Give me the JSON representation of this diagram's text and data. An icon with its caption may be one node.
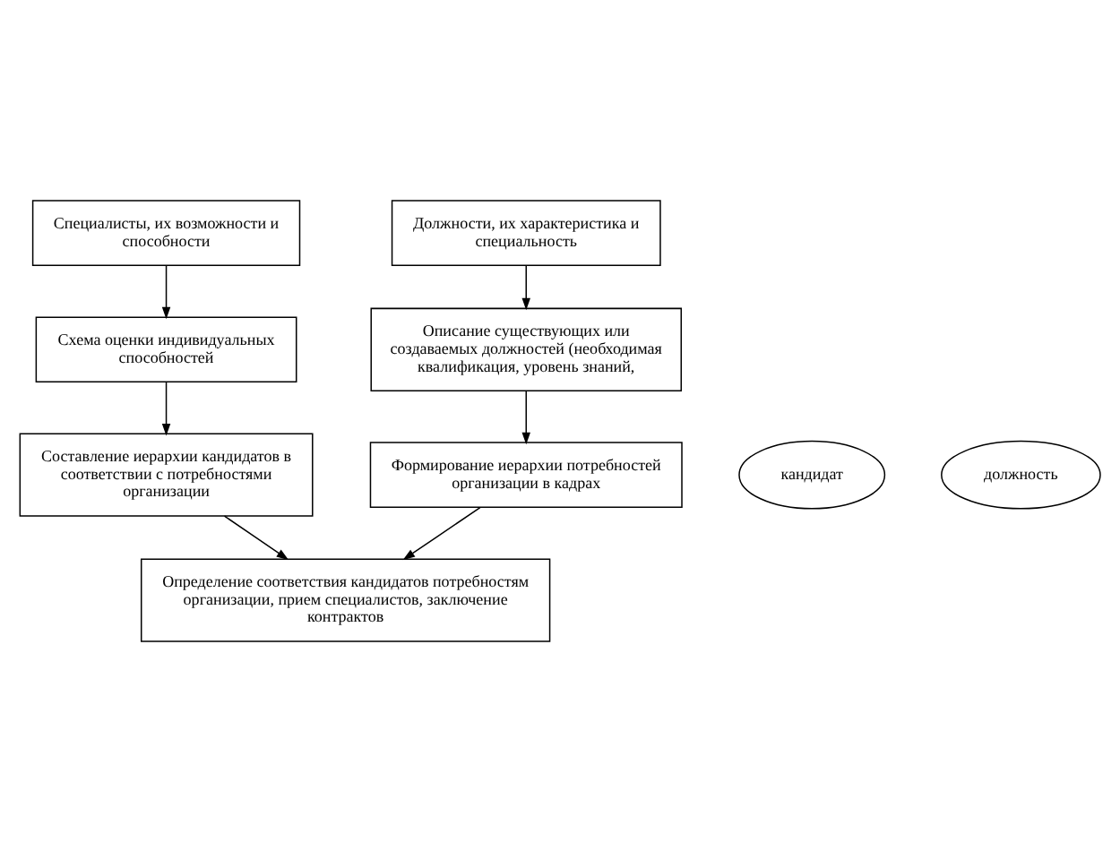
{
  "diagram": {
    "nodes": [
      {
        "text": [
          "Специалисты, их возможности и способности"
        ]
      },
      {
        "text": [
          "Должности, их характеристика и специальность"
        ]
      },
      {
        "text": [
          "Схема оценки индивидуальных способностей"
        ]
      },
      {
        "text": [
          "Описание существующих или создаваемых должностей (необходимая квалификация, уровень знаний,"
        ]
      },
      {
        "text": [
          "Составление иерархии кандидатов в соответствии с потребностями организации"
        ]
      },
      {
        "text": [
          "Формирование иерархии потребностей организации в кадрах"
        ]
      },
      {
        "text": [
          "кандидат"
        ]
      },
      {
        "text": [
          "должность"
        ]
      },
      {
        "text": [
          "Определение соответствия кандидатов потребностям организации, прием специалистов, заключение контрактов"
        ]
      }
    ],
    "edges": [
      {
        "from": 0,
        "to": 2,
        "arrow": "to"
      },
      {
        "from": 2,
        "to": 4,
        "arrow": "to"
      },
      {
        "from": 4,
        "to": 8,
        "arrow": "to"
      },
      {
        "from": 1,
        "to": 3,
        "arrow": "to"
      },
      {
        "from": 3,
        "to": 5,
        "arrow": "to"
      },
      {
        "from": 5,
        "to": 8,
        "arrow": "to"
      }
    ]
  }
}
